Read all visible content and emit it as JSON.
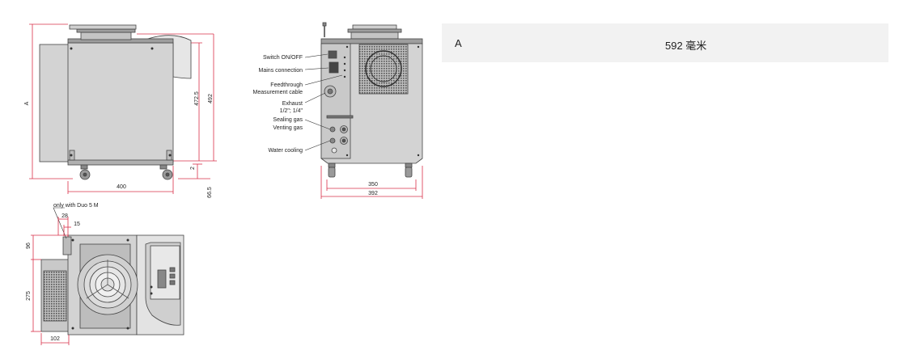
{
  "side_view": {
    "dim_a": "A",
    "dim_472_5": "472.5",
    "dim_492": "492",
    "dim_400": "400",
    "dim_2": "2",
    "dim_66_5": "66.5"
  },
  "rear_view": {
    "labels": {
      "switch": "Switch ON/OFF",
      "mains": "Mains connection",
      "feedthrough_1": "Feedthrough",
      "feedthrough_2": "Measurement cable",
      "exhaust_1": "Exhaust",
      "exhaust_2": "1/2\"; 1/4\"",
      "sealing": "Sealing gas",
      "venting": "Venting gas",
      "water": "Water cooling"
    },
    "dim_350": "350",
    "dim_392": "392"
  },
  "top_view": {
    "note": "only with Duo 5 M",
    "dim_28": "28",
    "dim_15": "15",
    "dim_96": "96",
    "dim_275": "275",
    "dim_102": "102"
  },
  "spec_table": {
    "key": "A",
    "value": "592 毫米"
  },
  "colors": {
    "dimension": "#d9304a",
    "body_fill": "#d3d3d3",
    "body_stroke": "#444444",
    "table_bg": "#f2f2f2"
  }
}
